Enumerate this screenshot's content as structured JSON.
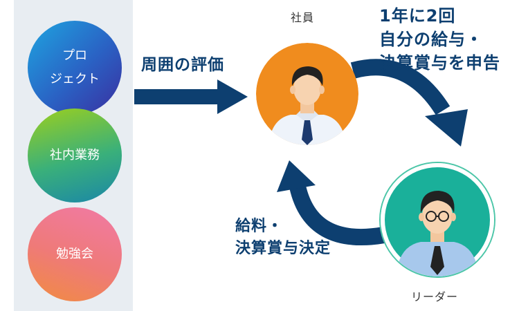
{
  "sources": {
    "project": "プロ\nジェクト",
    "internal": "社内業務",
    "study": "勉強会"
  },
  "arrows": {
    "evaluation": "周囲の評価",
    "self_report": "1年に2回\n自分の給与・\n決算賞与を申告",
    "decision": "給料・\n決算賞与決定"
  },
  "nodes": {
    "employee": "社員",
    "leader": "リーダー"
  },
  "colors": {
    "arrow": "#0d3f70",
    "employee_bg": "#f08c1e",
    "leader_bg": "#1ab09a",
    "panel": "#e8edf2"
  }
}
